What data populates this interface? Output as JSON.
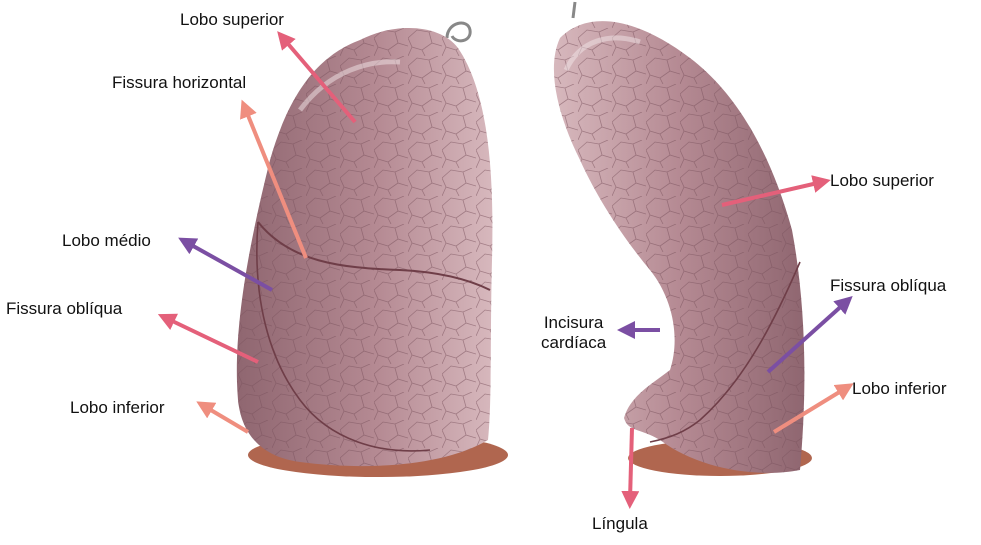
{
  "colors": {
    "background": "#ffffff",
    "lung_fill": "#b58a93",
    "lung_shadow": "#8f6670",
    "lung_highlight": "#d7b8bd",
    "lung_base": "#b0664f",
    "fissure_line": "#6f3e48",
    "texture": "#7a525c",
    "arrow_pink": "#e4607a",
    "arrow_salmon": "#ef8e7f",
    "arrow_purple": "#7b4fa3"
  },
  "left_figure": {
    "labels": {
      "lobo_superior": "Lobo superior",
      "fissura_horizontal": "Fissura horizontal",
      "lobo_medio": "Lobo médio",
      "fissura_obliqua": "Fissura oblíqua",
      "lobo_inferior": "Lobo inferior"
    }
  },
  "right_figure": {
    "labels": {
      "lobo_superior": "Lobo superior",
      "fissura_obliqua": "Fissura oblíqua",
      "incisura_cardiaca": "Incisura\ncardíaca",
      "lobo_inferior": "Lobo inferior",
      "lingula": "Língula"
    }
  }
}
